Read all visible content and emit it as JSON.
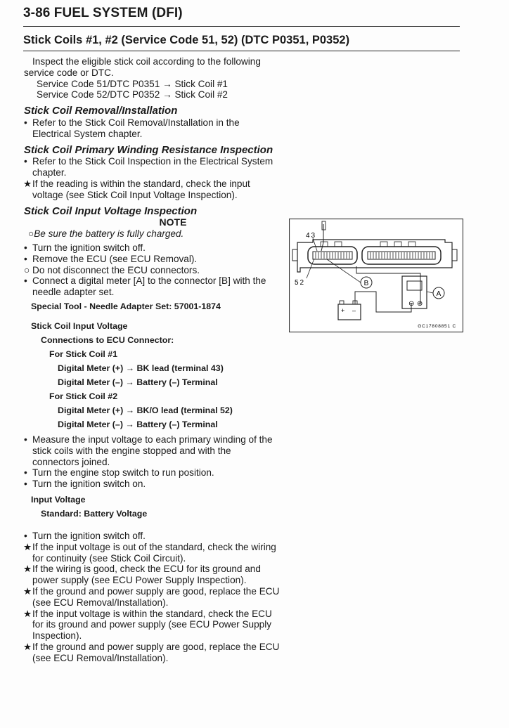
{
  "header": {
    "page_title": "3-86 FUEL SYSTEM (DFI)"
  },
  "section": {
    "title": "Stick Coils #1, #2 (Service Code 51, 52) (DTC P0351, P0352)"
  },
  "intro": {
    "text": "Inspect the eligible stick coil according to the following service code or DTC.",
    "line1": "Service Code 51/DTC P0351 → Stick Coil #1",
    "line2": "Service Code 52/DTC P0352 → Stick Coil #2"
  },
  "removal": {
    "heading": "Stick Coil Removal/Installation",
    "bullet1": "Refer to the Stick Coil Removal/Installation in the Electrical System chapter."
  },
  "resistance": {
    "heading": "Stick Coil Primary Winding Resistance Inspection",
    "bullet1": "Refer to the Stick Coil Inspection in the Electrical System chapter.",
    "star1": "If the reading is within the standard, check the input voltage (see Stick Coil Input Voltage Inspection)."
  },
  "voltage": {
    "heading": "Stick Coil Input Voltage Inspection",
    "note_label": "NOTE",
    "note_text": "Be sure the battery is fully charged.",
    "b1": "Turn the ignition switch off.",
    "b2": "Remove the ECU (see ECU Removal).",
    "o1": "Do not disconnect the ECU connectors.",
    "b3": "Connect a digital meter [A] to the connector [B] with the needle adapter set.",
    "special_tool": "Special Tool - Needle Adapter Set: 57001-1874",
    "siv_title": "Stick Coil Input Voltage",
    "conn_title": "Connections to ECU Connector:",
    "coil1_title": "For Stick Coil #1",
    "coil1_plus": "Digital Meter (+) → BK lead (terminal 43)",
    "coil1_minus": "Digital Meter (–) → Battery (–) Terminal",
    "coil2_title": "For Stick Coil #2",
    "coil2_plus": "Digital Meter (+) → BK/O lead (terminal 52)",
    "coil2_minus": "Digital Meter (–) → Battery (–) Terminal",
    "b4": "Measure the input voltage to each primary winding of the stick coils with the engine stopped and with the connectors joined.",
    "b5": "Turn the engine stop switch to run position.",
    "b6": "Turn the ignition switch on.",
    "iv_title": "Input Voltage",
    "iv_std": "Standard: Battery Voltage",
    "b7": "Turn the ignition switch off.",
    "s1": "If the input voltage is out of the standard, check the wiring for continuity (see Stick Coil Circuit).",
    "s2": "If the wiring is good, check the ECU for its ground and power supply (see ECU Power Supply Inspection).",
    "s3": "If the ground and power supply are good, replace the ECU (see ECU Removal/Installation).",
    "s4": "If the input voltage is within the standard, check the ECU for its ground and power supply (see ECU Power Supply Inspection).",
    "s5": "If the ground and power supply are good, replace the ECU (see ECU Removal/Installation)."
  },
  "figure": {
    "label_43": "43",
    "label_52": "52",
    "label_b": "B",
    "label_a": "A",
    "battery_plus": "+",
    "battery_minus": "–",
    "meter_plus": "⊕",
    "meter_minus": "⊖",
    "figure_code": "GC17808851 C"
  },
  "markers": {
    "bullet": "•",
    "star": "★",
    "circle": "○"
  }
}
